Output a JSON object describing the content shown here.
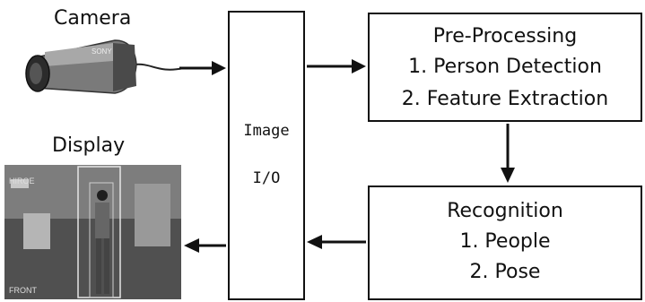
{
  "camera": {
    "label": "Camera",
    "brand": "SONY",
    "icon": "camera-icon"
  },
  "display": {
    "label": "Display",
    "screen_tags": {
      "top": "HIROE",
      "bottom": "FRONT"
    }
  },
  "io_box": {
    "line1": "Image",
    "line2": "I/O"
  },
  "preprocessing": {
    "title": "Pre-Processing",
    "items": [
      "1. Person Detection",
      "2. Feature Extraction"
    ]
  },
  "recognition": {
    "title": "Recognition",
    "items": [
      "1. People",
      "2. Pose"
    ]
  },
  "colors": {
    "stroke": "#111111",
    "background": "#ffffff"
  }
}
